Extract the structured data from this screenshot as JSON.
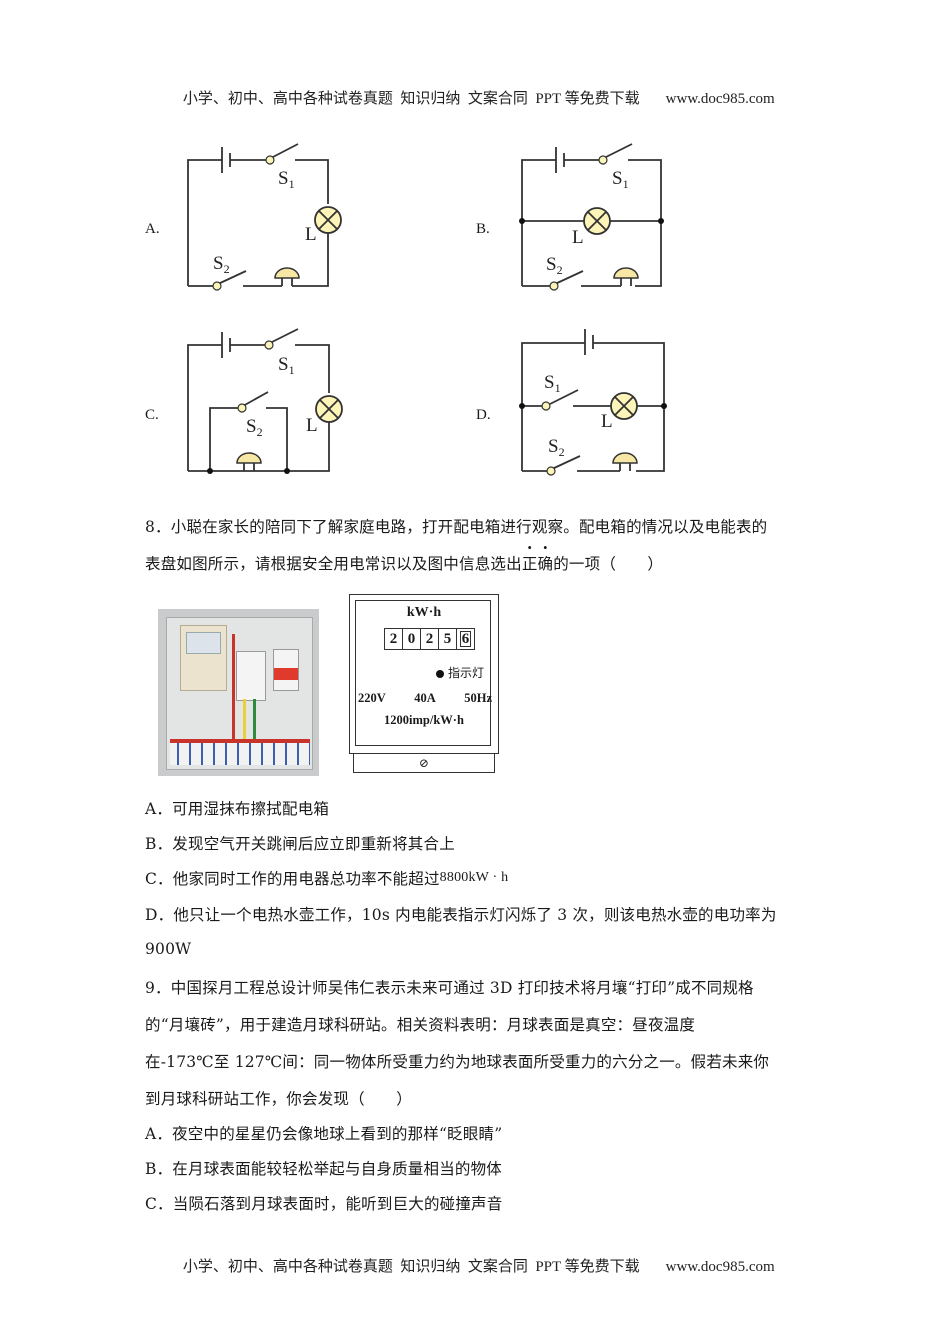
{
  "header": {
    "text": "小学、初中、高中各种试卷真题  知识归纳  文案合同  PPT 等免费下载",
    "url": "www.doc985.com"
  },
  "footer": {
    "text": "小学、初中、高中各种试卷真题  知识归纳  文案合同  PPT 等免费下载",
    "url": "www.doc985.com"
  },
  "q7_options": {
    "circuit_labels": {
      "s1": "S",
      "s1_sub": "1",
      "s2": "S",
      "s2_sub": "2",
      "lamp": "L"
    },
    "colors": {
      "lamp_fill": "#fdf5b8",
      "bell_fill": "#f7e7a4",
      "wire": "#333333"
    },
    "options": [
      {
        "letter": "A."
      },
      {
        "letter": "B."
      },
      {
        "letter": "C."
      },
      {
        "letter": "D."
      }
    ]
  },
  "q8": {
    "line1": "8．小聪在家长的陪同下了解家庭电路，打开配电箱进行观察。配电箱的情况以及电能表的",
    "line2_pre": "表盘如图所示，请根据安全用电常识以及图中信息选出",
    "line2_emph1": "正",
    "line2_emph2": "确",
    "line2_post": "的一项（　　）",
    "photo_alt": "配电箱照片",
    "meter": {
      "unit": "kW·h",
      "digits": [
        "2",
        "0",
        "2",
        "5",
        "6"
      ],
      "indicator": "指示灯",
      "voltage": "220V",
      "current": "40A",
      "frequency": "50Hz",
      "constant": "1200imp/kW·h",
      "screw_symbol": "⊘"
    },
    "options": [
      {
        "text": "A．可用湿抹布擦拭配电箱"
      },
      {
        "text": "B．发现空气开关跳闸后应立即重新将其合上"
      },
      {
        "text": "C．他家同时工作的用电器总功率不能超过",
        "unit": "8800kW · h"
      },
      {
        "text": "D．他只让一个电热水壶工作，10s 内电能表指示灯闪烁了 3 次，则该电热水壶的电功率为",
        "continued": "900W"
      }
    ]
  },
  "q9": {
    "lines": [
      "9．中国探月工程总设计师吴伟仁表示未来可通过 3D 打印技术将月壤“打印”成不同规格",
      "的“月壤砖”，用于建造月球科研站。相关资料表明：月球表面是真空：昼夜温度",
      "在-173℃至 127℃间：同一物体所受重力约为地球表面所受重力的六分之一。假若未来你",
      "到月球科研站工作，你会发现（　　）"
    ],
    "options": [
      {
        "text": "A．夜空中的星星仍会像地球上看到的那样“眨眼睛”"
      },
      {
        "text": "B．在月球表面能较轻松举起与自身质量相当的物体"
      },
      {
        "text": "C．当陨石落到月球表面时，能听到巨大的碰撞声音"
      }
    ]
  }
}
